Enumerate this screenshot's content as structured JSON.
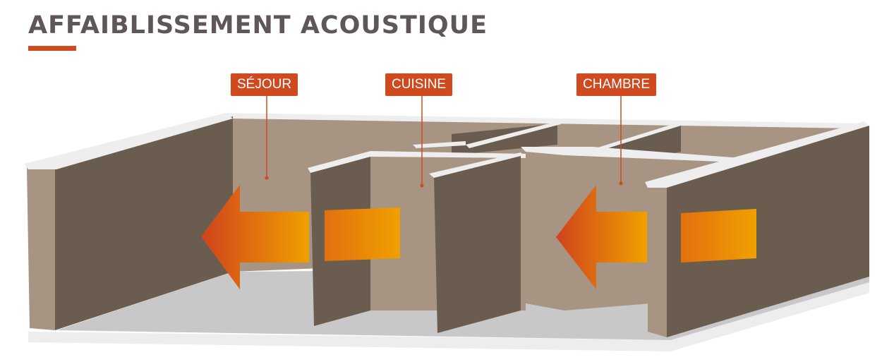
{
  "title": "AFFAIBLISSEMENT ACOUSTIQUE",
  "rooms": [
    {
      "label": "SÉJOUR"
    },
    {
      "label": "CUISINE"
    },
    {
      "label": "CHAMBRE"
    }
  ],
  "colors": {
    "title_text": "#5f5757",
    "accent": "#cf4a1f",
    "wall_dark": "#6a5d50",
    "wall_light": "#a89482",
    "wall_top": "#eeeeee",
    "floor": "#c8c8c8",
    "arrow_start": "#d0431c",
    "arrow_end": "#f0a000"
  }
}
